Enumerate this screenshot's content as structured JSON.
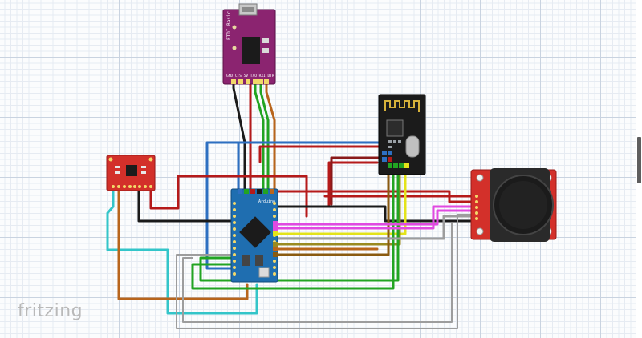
{
  "app": {
    "watermark": "fritzing"
  },
  "parts": {
    "ftdi": {
      "label": "FTDI Basic",
      "pins": "GND CTS 5V TXO RXI DTR"
    },
    "arduino": {
      "label": "Arduino Pro"
    },
    "accelerometer": {
      "label": ""
    },
    "radio": {
      "label": ""
    },
    "joystick": {
      "label": ""
    }
  },
  "colors": {
    "board_red": "#d3302a",
    "ftdi_purple": "#8b2470",
    "arduino_blue": "#1f6eb0",
    "radio_black": "#1b1b1b",
    "wire_black": "#1a1a1a",
    "wire_red": "#b51a1a",
    "wire_green": "#22a422",
    "wire_brown": "#b8651c",
    "wire_blue": "#2d6fc1",
    "wire_cyan": "#33c5c9",
    "wire_magenta": "#e14ae1",
    "wire_yellow": "#e3e31a",
    "wire_gray": "#9d9d9d",
    "wire_darkbrown": "#8a5a10",
    "wire_olive": "#9a8a20"
  }
}
